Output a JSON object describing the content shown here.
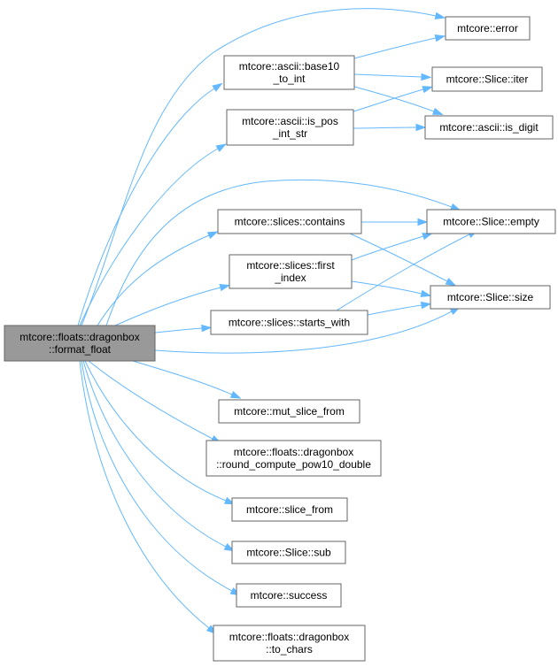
{
  "graph": {
    "colors": {
      "edge": "#63b8ff",
      "root_fill": "#999999",
      "node_border": "#666666"
    },
    "nodes": {
      "root": {
        "lines": [
          "mtcore::floats::dragonbox",
          "::format_float"
        ]
      },
      "base10": {
        "lines": [
          "mtcore::ascii::base10",
          "_to_int"
        ]
      },
      "ispos": {
        "lines": [
          "mtcore::ascii::is_pos",
          "_int_str"
        ]
      },
      "contains": {
        "lines": [
          "mtcore::slices::contains"
        ]
      },
      "firstindex": {
        "lines": [
          "mtcore::slices::first",
          "_index"
        ]
      },
      "startswith": {
        "lines": [
          "mtcore::slices::starts_with"
        ]
      },
      "mutslice": {
        "lines": [
          "mtcore::mut_slice_from"
        ]
      },
      "roundpow": {
        "lines": [
          "mtcore::floats::dragonbox",
          "::round_compute_pow10_double"
        ]
      },
      "slicefrom": {
        "lines": [
          "mtcore::slice_from"
        ]
      },
      "sub": {
        "lines": [
          "mtcore::Slice::sub"
        ]
      },
      "success": {
        "lines": [
          "mtcore::success"
        ]
      },
      "tochars": {
        "lines": [
          "mtcore::floats::dragonbox",
          "::to_chars"
        ]
      },
      "error": {
        "lines": [
          "mtcore::error"
        ]
      },
      "iter": {
        "lines": [
          "mtcore::Slice::iter"
        ]
      },
      "isdigit": {
        "lines": [
          "mtcore::ascii::is_digit"
        ]
      },
      "empty": {
        "lines": [
          "mtcore::Slice::empty"
        ]
      },
      "size": {
        "lines": [
          "mtcore::Slice::size"
        ]
      }
    },
    "edges": [
      [
        "root",
        "error"
      ],
      [
        "root",
        "base10"
      ],
      [
        "root",
        "ispos"
      ],
      [
        "root",
        "empty"
      ],
      [
        "root",
        "contains"
      ],
      [
        "root",
        "firstindex"
      ],
      [
        "root",
        "startswith"
      ],
      [
        "root",
        "size"
      ],
      [
        "root",
        "mutslice"
      ],
      [
        "root",
        "roundpow"
      ],
      [
        "root",
        "slicefrom"
      ],
      [
        "root",
        "sub"
      ],
      [
        "root",
        "success"
      ],
      [
        "root",
        "tochars"
      ],
      [
        "base10",
        "error"
      ],
      [
        "base10",
        "iter"
      ],
      [
        "base10",
        "isdigit"
      ],
      [
        "ispos",
        "iter"
      ],
      [
        "ispos",
        "isdigit"
      ],
      [
        "contains",
        "empty"
      ],
      [
        "contains",
        "size"
      ],
      [
        "firstindex",
        "empty"
      ],
      [
        "firstindex",
        "size"
      ],
      [
        "startswith",
        "empty"
      ],
      [
        "startswith",
        "size"
      ]
    ]
  }
}
